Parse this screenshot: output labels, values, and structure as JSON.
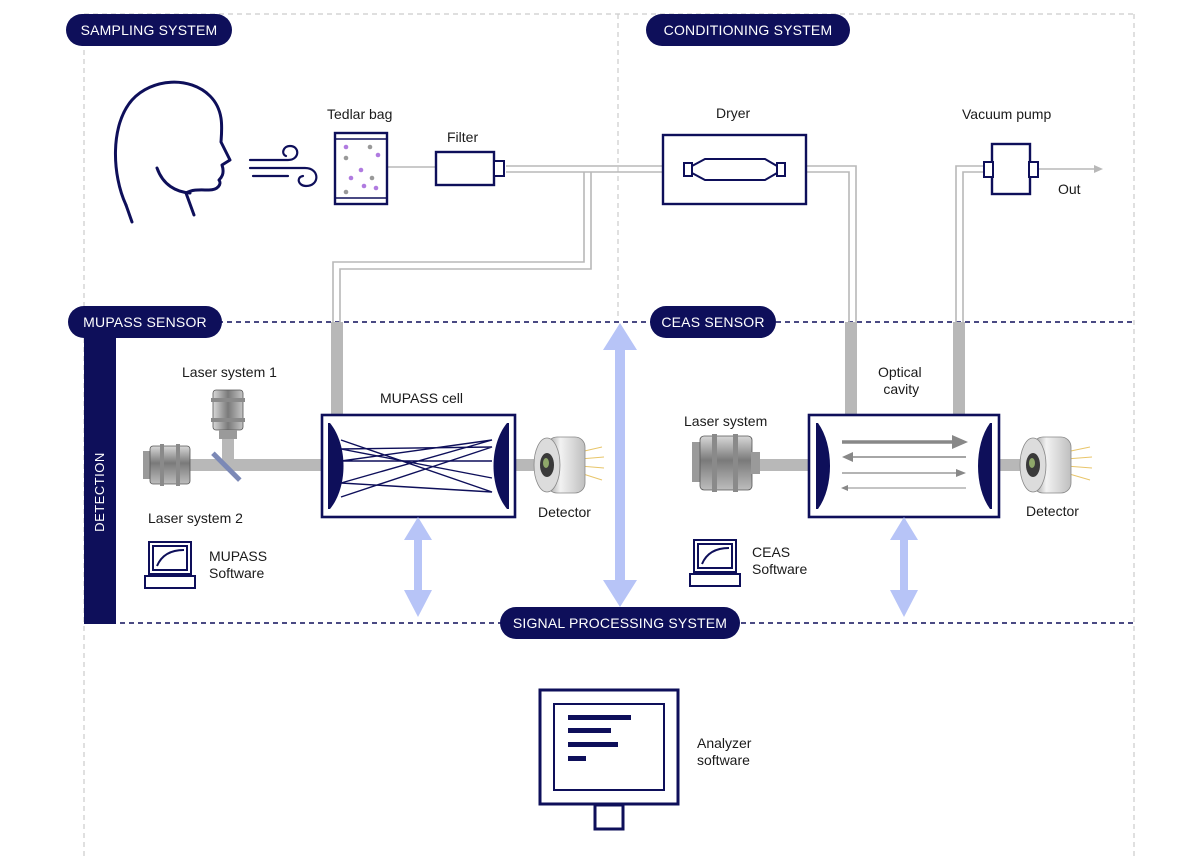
{
  "sections": {
    "sampling": "SAMPLING SYSTEM",
    "conditioning": "CONDITIONING SYSTEM",
    "mupass_sensor": "MUPASS SENSOR",
    "ceas_sensor": "CEAS SENSOR",
    "detection": "DETECTION",
    "signal_processing": "SIGNAL PROCESSING SYSTEM"
  },
  "components": {
    "tedlar_bag": "Tedlar bag",
    "filter": "Filter",
    "dryer": "Dryer",
    "vacuum_pump": "Vacuum pump",
    "out": "Out",
    "laser_system_1": "Laser system 1",
    "laser_system_2": "Laser system 2",
    "mupass_cell": "MUPASS cell",
    "mupass_detector": "Detector",
    "mupass_software_line1": "MUPASS",
    "mupass_software_line2": "Software",
    "ceas_laser_system": "Laser system",
    "optical_cavity_line1": "Optical",
    "optical_cavity_line2": "cavity",
    "ceas_detector": "Detector",
    "ceas_software_line1": "CEAS",
    "ceas_software_line2": "Software",
    "analyzer_line1": "Analyzer",
    "analyzer_line2": "software"
  },
  "colors": {
    "navy": "#0e0f5a",
    "pipe": "#b8b8b8",
    "arrow": "#b7c4f7",
    "dashed": "#cccccc",
    "confetti": "#b07be0"
  },
  "icons": [
    "head-profile-icon",
    "breath-icon",
    "laptop-icon",
    "monitor-icon",
    "laser-icon",
    "detector-icon",
    "mirror-icon"
  ]
}
